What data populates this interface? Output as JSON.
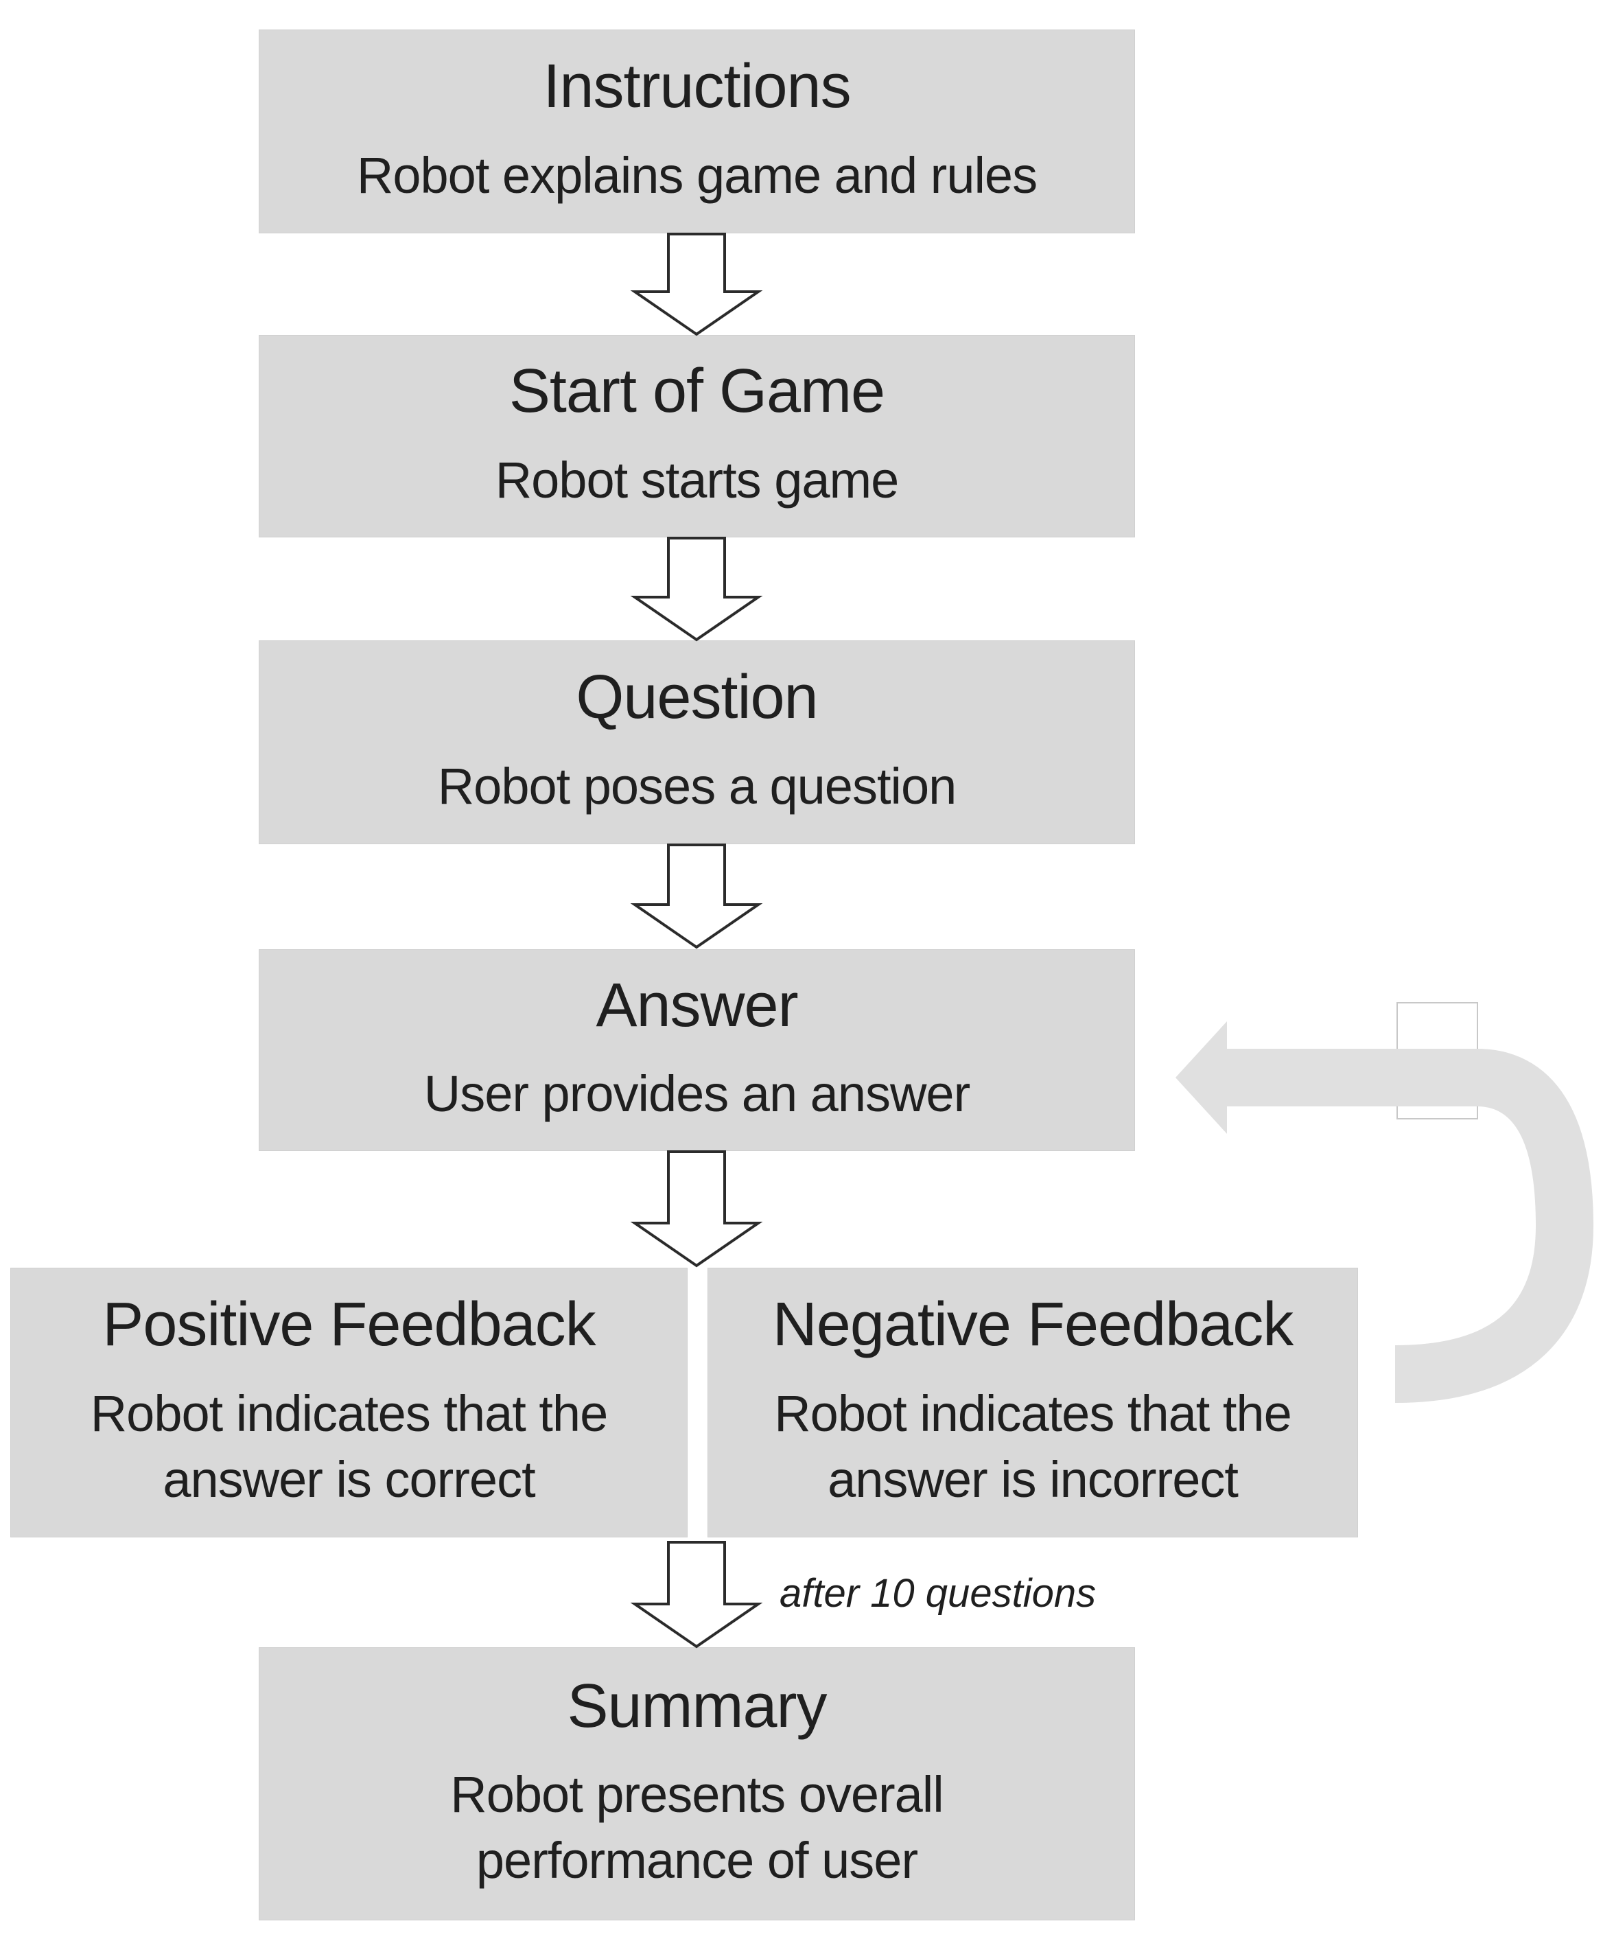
{
  "flow": {
    "steps": [
      {
        "id": "instructions",
        "title": "Instructions",
        "subtitle": "Robot explains game and rules"
      },
      {
        "id": "start-of-game",
        "title": "Start of Game",
        "subtitle": "Robot starts game"
      },
      {
        "id": "question",
        "title": "Question",
        "subtitle": "Robot poses a question"
      },
      {
        "id": "answer",
        "title": "Answer",
        "subtitle": "User provides an answer"
      },
      {
        "id": "positive-feedback",
        "title": "Positive Feedback",
        "subtitle": "Robot indicates that the answer is correct"
      },
      {
        "id": "negative-feedback",
        "title": "Negative Feedback",
        "subtitle": "Robot indicates that the answer is incorrect"
      },
      {
        "id": "summary",
        "title": "Summary",
        "subtitle": "Robot presents overall performance of user"
      }
    ],
    "loop_label": "after 10 questions",
    "loop_meaning": "loop back from Negative Feedback to Answer"
  },
  "icons": {
    "down_flow_arrows": "down-arrow-icon",
    "loop_back": "loop-back-arrow-icon"
  },
  "colors": {
    "box_fill": "#d9d9d9",
    "text": "#1f1f1f",
    "flow_arrow_fill": "#ffffff",
    "flow_arrow_stroke": "#2b2b2b",
    "loop_arrow_fill": "#e0e0e0",
    "background": "#ffffff"
  }
}
